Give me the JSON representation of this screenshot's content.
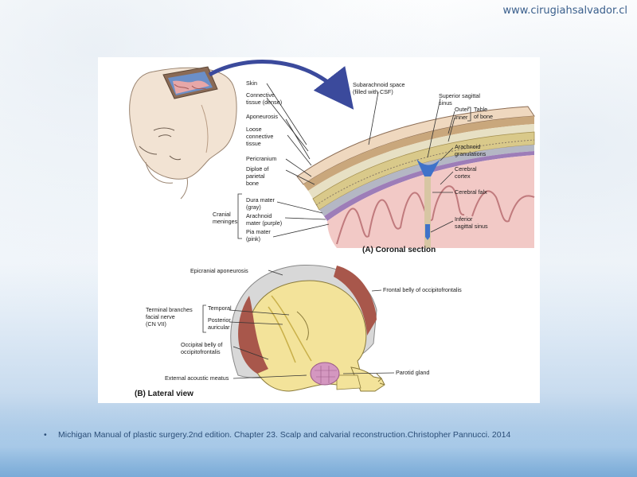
{
  "header": {
    "site_url": "www.cirugiahsalvador.cl"
  },
  "figure": {
    "coronal": {
      "caption": "(A) Coronal section",
      "labels": {
        "skin": "Skin",
        "connective_1": "Connective",
        "connective_2": "tissue (dense)",
        "aponeurosis": "Aponeurosis",
        "loose_1": "Loose",
        "loose_2": "connective",
        "loose_3": "tissue",
        "pericranium": "Pericranium",
        "diploe_1": "Diploë of",
        "diploe_2": "parietal",
        "diploe_3": "bone",
        "cranial_1": "Cranial",
        "cranial_2": "meninges",
        "dura_1": "Dura mater",
        "dura_2": "(gray)",
        "arachnoid_1": "Arachnoid",
        "arachnoid_2": "mater (purple)",
        "pia_1": "Pia mater",
        "pia_2": "(pink)",
        "subarachnoid_1": "Subarachnoid space",
        "subarachnoid_2": "(filled with CSF)",
        "sss_1": "Superior sagittal",
        "sss_2": "sinus",
        "outer": "Outer",
        "inner": "Inner",
        "table_1": "Table",
        "table_2": "of bone",
        "granulations_1": "Arachnoid",
        "granulations_2": "granulations",
        "cortex_1": "Cerebral",
        "cortex_2": "cortex",
        "falx": "Cerebral falx",
        "iss_1": "Inferior",
        "iss_2": "sagittal sinus"
      }
    },
    "lateral": {
      "caption": "(B) Lateral view",
      "labels": {
        "epicranial": "Epicranial aponeurosis",
        "frontal_belly": "Frontal belly of occipitofrontalis",
        "terminal_1": "Terminal branches",
        "terminal_2": "facial nerve",
        "terminal_3": "(CN VII)",
        "temporal": "Temporal",
        "posterior_1": "Posterior",
        "posterior_2": "auricular",
        "occipital_1": "Occipital belly of",
        "occipital_2": "occipitofrontalis",
        "meatus": "External acoustic meatus",
        "parotid": "Parotid gland"
      }
    }
  },
  "reference": {
    "bullet": "•",
    "text": "Michigan Manual of plastic surgery.2nd edition. Chapter 23. Scalp and calvarial reconstruction.Christopher Pannucci. 2014"
  }
}
